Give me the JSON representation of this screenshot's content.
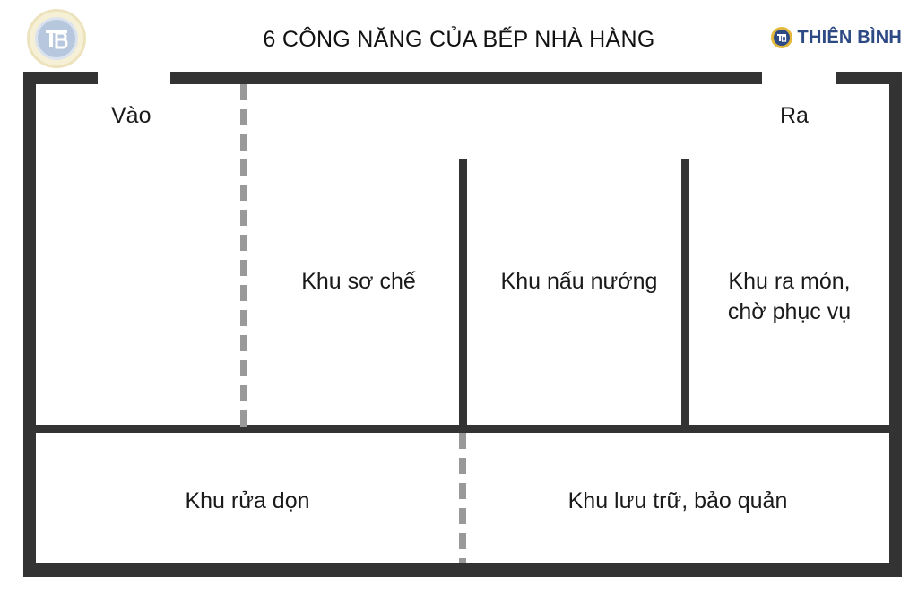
{
  "title": "6 CÔNG NĂNG CỦA BẾP NHÀ HÀNG",
  "brand": {
    "logo_icon": "tb-monogram-icon",
    "name": "THIÊN BÌNH",
    "accent_color": "#2E4A85",
    "badge_color": "#E3B93D"
  },
  "doors": {
    "entry": "Vào",
    "exit": "Ra"
  },
  "zones": {
    "prep": "Khu sơ chế",
    "cooking": "Khu nấu nướng",
    "serving_line1": "Khu ra món,",
    "serving_line2": "chờ phục vụ",
    "washing": "Khu rửa dọn",
    "storage": "Khu lưu trữ, bảo quản"
  },
  "colors": {
    "wall": "#333333",
    "dashed_partition": "#999999"
  }
}
